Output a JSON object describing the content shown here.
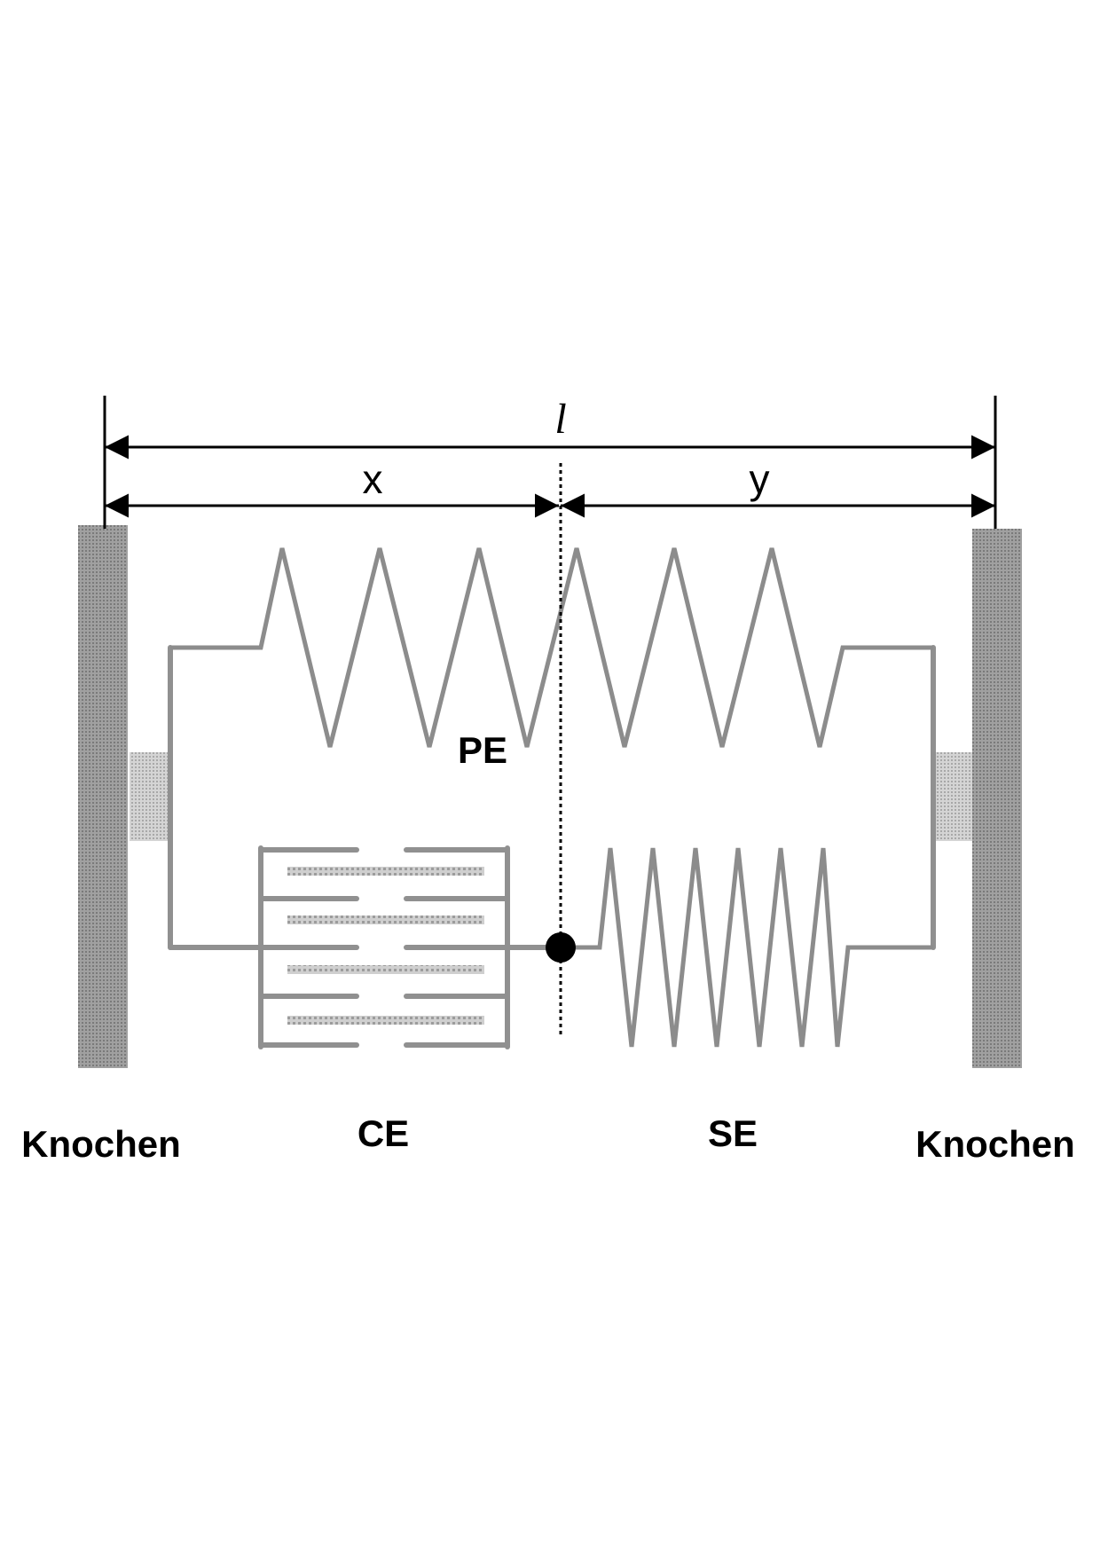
{
  "labels": {
    "total_length": "l",
    "segment_x": "x",
    "segment_y": "y",
    "parallel_element": "PE",
    "contractile_element": "CE",
    "serial_element": "SE",
    "bone_left": "Knochen",
    "bone_right": "Knochen"
  },
  "colors": {
    "bone": "#9a9a9a",
    "tendon": "#c8c8c8",
    "wire": "#909090",
    "spring": "#8c8c8c",
    "filament": "#b5b5b5",
    "node": "#000000"
  }
}
